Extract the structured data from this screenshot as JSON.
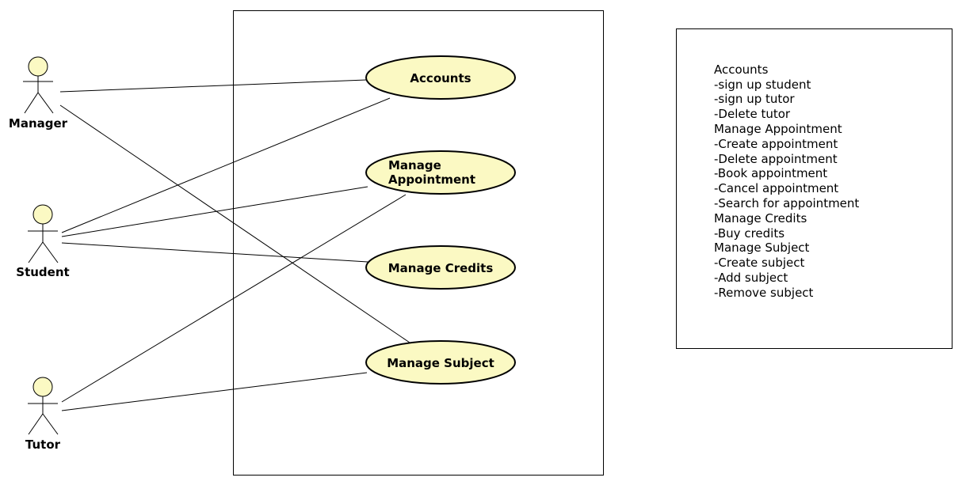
{
  "colors": {
    "usecase_fill": "#fbf9c3",
    "actor_head_fill": "#fbf9c3",
    "stroke": "#000000",
    "background": "#ffffff"
  },
  "actors": [
    {
      "id": "manager",
      "name": "Manager"
    },
    {
      "id": "student",
      "name": "Student"
    },
    {
      "id": "tutor",
      "name": "Tutor"
    }
  ],
  "use_cases": [
    {
      "id": "accounts",
      "lines": [
        "Accounts"
      ]
    },
    {
      "id": "manage-appointment",
      "lines": [
        "Manage",
        "Appointment"
      ]
    },
    {
      "id": "manage-credits",
      "lines": [
        "Manage Credits"
      ]
    },
    {
      "id": "manage-subject",
      "lines": [
        "Manage Subject"
      ]
    }
  ],
  "associations": [
    {
      "actor": "manager",
      "use_case": "accounts"
    },
    {
      "actor": "manager",
      "use_case": "manage-subject"
    },
    {
      "actor": "student",
      "use_case": "accounts"
    },
    {
      "actor": "student",
      "use_case": "manage-appointment"
    },
    {
      "actor": "student",
      "use_case": "manage-credits"
    },
    {
      "actor": "tutor",
      "use_case": "manage-appointment"
    },
    {
      "actor": "tutor",
      "use_case": "manage-subject"
    }
  ],
  "note": {
    "lines": [
      "Accounts",
      "-sign up student",
      "-sign up tutor",
      "-Delete tutor",
      "Manage Appointment",
      "-Create appointment",
      "-Delete appointment",
      "-Book appointment",
      "-Cancel appointment",
      "-Search for appointment",
      "Manage Credits",
      "-Buy credits",
      "Manage Subject",
      "-Create subject",
      "-Add subject",
      "-Remove subject"
    ]
  }
}
